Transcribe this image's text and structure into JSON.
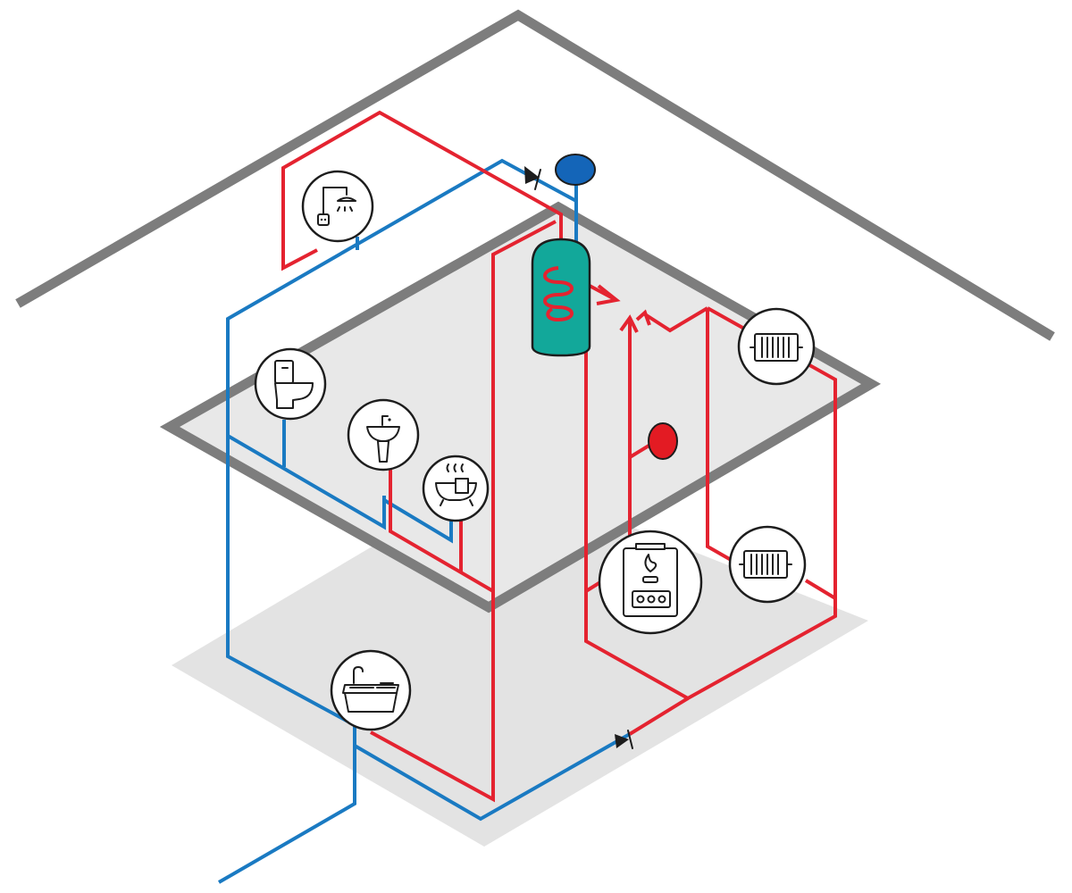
{
  "colors": {
    "hot_pipe": "#e42330",
    "cold_pipe": "#1a7ac2",
    "walls": "#7d7d7d",
    "floor": "#e8e8e8",
    "cylinder": "#12a89a",
    "expansion_vessel_cold": "#1465b8",
    "expansion_vessel_hot": "#e31b23",
    "icon_stroke": "#1d1d1d"
  },
  "fixtures": [
    {
      "id": "shower",
      "icon": "shower-icon"
    },
    {
      "id": "toilet",
      "icon": "toilet-icon"
    },
    {
      "id": "basin",
      "icon": "basin-icon"
    },
    {
      "id": "bathtub",
      "icon": "bathtub-icon"
    },
    {
      "id": "kitchen-sink",
      "icon": "kitchen-sink-icon"
    },
    {
      "id": "radiator-upper",
      "icon": "radiator-icon"
    },
    {
      "id": "radiator-lower",
      "icon": "radiator-icon"
    },
    {
      "id": "boiler",
      "icon": "gas-boiler-icon"
    }
  ],
  "components": [
    {
      "id": "hot-water-cylinder",
      "icon": "cylinder-coil-icon"
    },
    {
      "id": "cold-expansion-vessel",
      "icon": "expansion-vessel-icon"
    },
    {
      "id": "hot-expansion-vessel",
      "icon": "expansion-vessel-icon"
    },
    {
      "id": "check-valve-upper",
      "icon": "check-valve-icon"
    },
    {
      "id": "check-valve-lower",
      "icon": "check-valve-icon"
    }
  ]
}
